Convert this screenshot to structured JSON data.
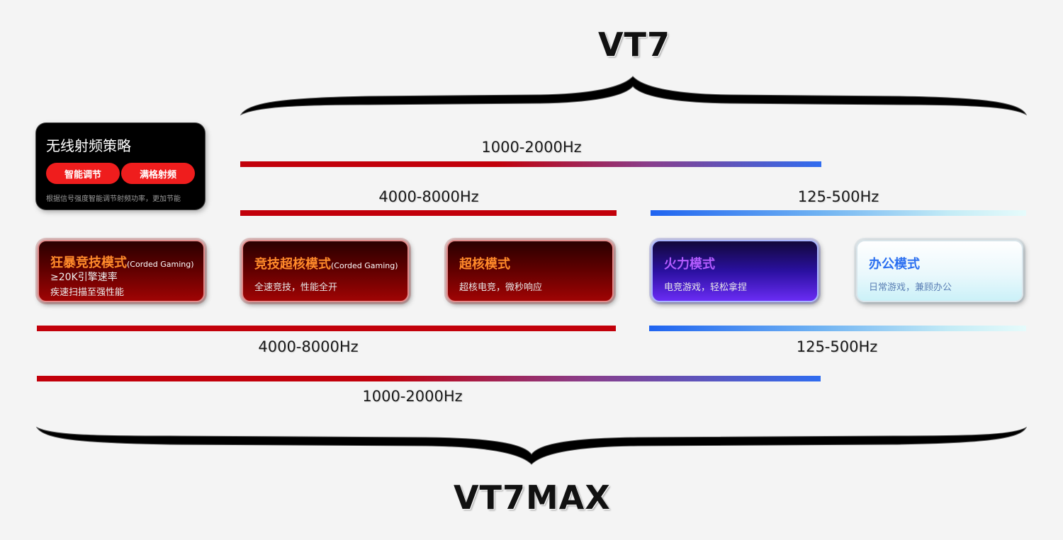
{
  "top_group": {
    "title": "VT7"
  },
  "bottom_group": {
    "title": "VT7MAX"
  },
  "wireless_card": {
    "title": "无线射频策略",
    "buttons": [
      "智能调节",
      "满格射频"
    ],
    "description": "根据信号强度智能调节射频功率，更加节能"
  },
  "modes": [
    {
      "title": "狂暴竞技模式",
      "tag": "(Corded Gaming)",
      "line1": "≥20K引擎速率",
      "line2": "疾速扫描至强性能",
      "title_color": "#ff8a2a"
    },
    {
      "title": "竞技超核模式",
      "tag": "(Corded Gaming)",
      "desc": "全速竞技，性能全开",
      "title_color": "#ff8a2a"
    },
    {
      "title": "超核模式",
      "desc": "超核电竞，微秒响应",
      "title_color": "#ff8a2a"
    },
    {
      "title": "火力模式",
      "desc": "电竞游戏，轻松拿捏",
      "title_color": "#b45cff"
    },
    {
      "title": "办公模式",
      "desc": "日常游戏，兼顾办公",
      "title_color": "#2b6ff0"
    }
  ],
  "vt7_ranges": {
    "wide": "1000-2000Hz",
    "red": "4000-8000Hz",
    "blue": "125-500Hz"
  },
  "vt7max_ranges": {
    "red": "4000-8000Hz",
    "blue": "125-500Hz",
    "wide": "1000-2000Hz"
  },
  "colors": {
    "red": "#c2000a",
    "blue": "#2f6cf0",
    "cyan": "#e6fbfb"
  }
}
